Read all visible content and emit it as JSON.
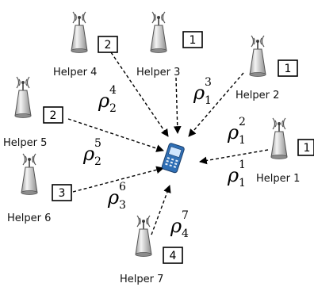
{
  "helpers": [
    {
      "label": "Helper 1",
      "box": "1",
      "rho": "ρ",
      "sup": "1",
      "sub": "1"
    },
    {
      "label": "Helper 2",
      "box": "1",
      "rho": "ρ",
      "sup": "2",
      "sub": "1"
    },
    {
      "label": "Helper 3",
      "box": "1",
      "rho": "ρ",
      "sup": "3",
      "sub": "1"
    },
    {
      "label": "Helper 4",
      "box": "2",
      "rho": "ρ",
      "sup": "4",
      "sub": "2"
    },
    {
      "label": "Helper 5",
      "box": "2",
      "rho": "ρ",
      "sup": "5",
      "sub": "2"
    },
    {
      "label": "Helper 6",
      "box": "3",
      "rho": "ρ",
      "sup": "6",
      "sub": "3"
    },
    {
      "label": "Helper 7",
      "box": "4",
      "rho": "ρ",
      "sup": "7",
      "sub": "4"
    }
  ],
  "icons": {
    "tower": "cell-tower-icon",
    "phone": "mobile-phone-icon"
  },
  "colors": {
    "phone_body": "#2f6fb5",
    "tower_body": "#cfcfcf"
  }
}
